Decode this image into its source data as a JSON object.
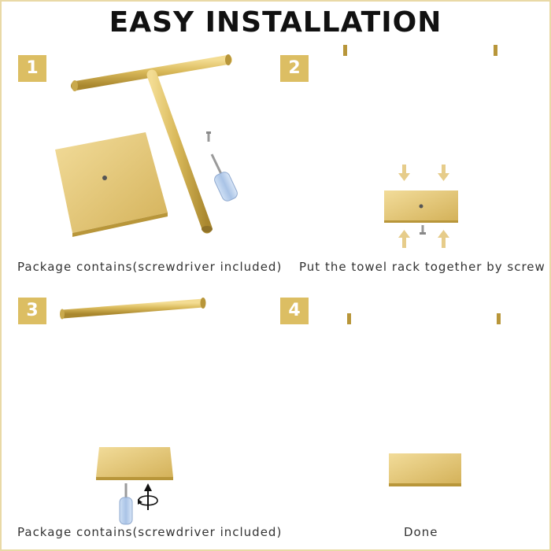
{
  "header": {
    "title": "EASY INSTALLATION"
  },
  "steps": [
    {
      "number": "1",
      "caption": "Package contains(screwdriver included)"
    },
    {
      "number": "2",
      "caption": "Put the towel rack together by screw"
    },
    {
      "number": "3",
      "caption": "Package contains(screwdriver included)"
    },
    {
      "number": "4",
      "caption": "Done"
    }
  ],
  "colors": {
    "gold": "#d9b95a",
    "gold_dark": "#b8963a",
    "badge": "#dcbe63",
    "frame": "#e9d9a6"
  }
}
